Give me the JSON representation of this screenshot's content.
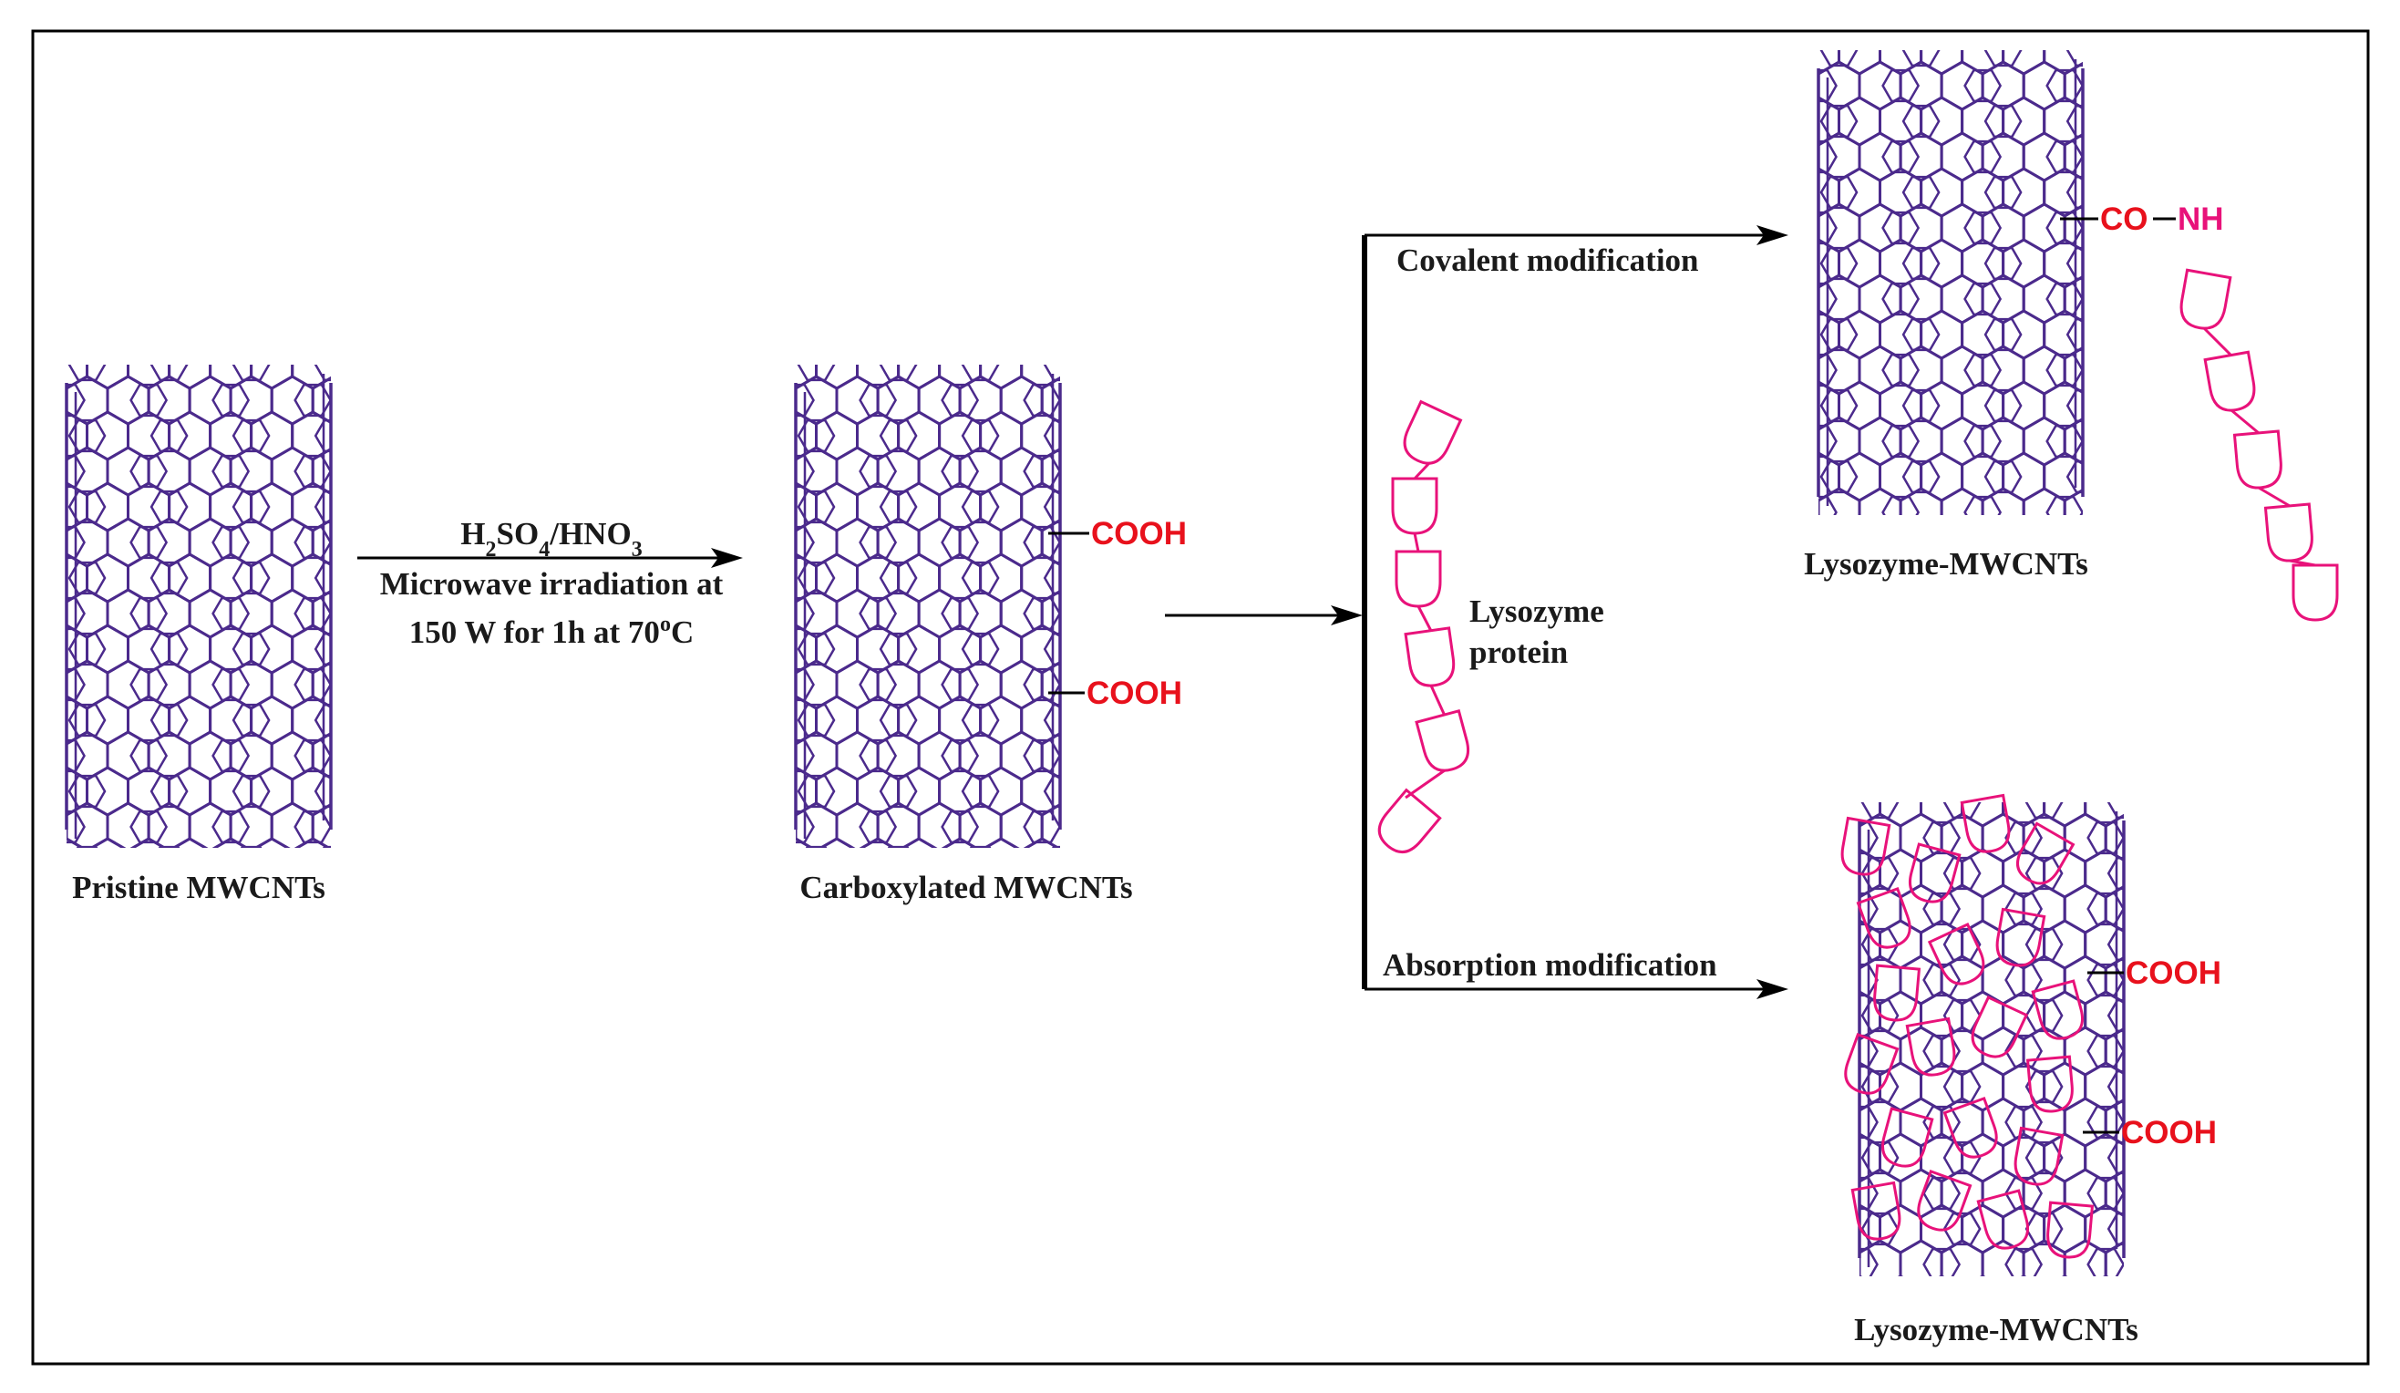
{
  "reagent": {
    "line1_parts": [
      "H",
      "2",
      "SO",
      "4",
      "/HNO",
      "3"
    ],
    "line2": "Microwave irradiation at",
    "line3_prefix": "150 W for 1h at 70",
    "line3_sup": "o",
    "line3_suffix": "C"
  },
  "labels": {
    "pristine": "Pristine MWCNTs",
    "carboxylated": "Carboxylated MWCNTs",
    "lysozyme_protein_1": "Lysozyme",
    "lysozyme_protein_2": "protein",
    "covalent": "Covalent modification",
    "absorption": "Absorption modification",
    "product_top": "Lysozyme-MWCNTs",
    "product_bottom": "Lysozyme-MWCNTs"
  },
  "groups": {
    "cooh": "COOH",
    "co": "CO",
    "nh": "NH"
  },
  "colors": {
    "nanotube": "#4b2a8c",
    "protein": "#e8127a",
    "functional_group": "#e8111c",
    "text": "#1a1a1a",
    "border": "#000000"
  },
  "icons": [
    "nanotube-icon",
    "protein-chain-icon"
  ]
}
